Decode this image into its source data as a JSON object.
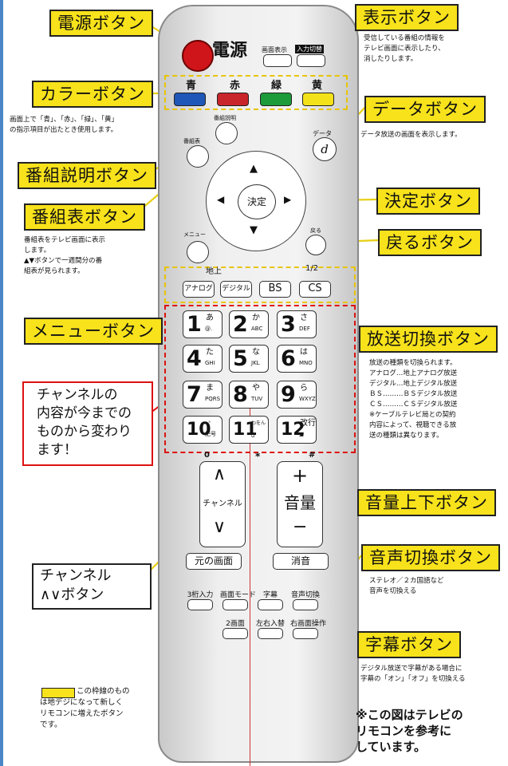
{
  "labels": {
    "power_button": "電源ボタン",
    "display_button": "表示ボタン",
    "color_button": "カラーボタン",
    "data_button": "データボタン",
    "program_desc_button": "番組説明ボタン",
    "program_guide_button": "番組表ボタン",
    "enter_button": "決定ボタン",
    "back_button": "戻るボタン",
    "menu_button": "メニューボタン",
    "broadcast_switch_button": "放送切換ボタン",
    "volume_button": "音量上下ボタン",
    "audio_switch_button": "音声切換ボタン",
    "channel_button": "チャンネル\n∧∨ボタン",
    "subtitle_button": "字幕ボタン"
  },
  "descriptions": {
    "display": "受信している番組の情報を\nテレビ画面に表示したり、\n消したりします。",
    "color": "画面上で「青」、「赤」、「緑」、「黄」\nの指示項目が出たとき使用します。",
    "data": "データ放送の画面を表示します。",
    "program_guide": "番組表をテレビ画面に表示\nします。\n▲▼ボタンで一週間分の番\n組表が見られます。",
    "broadcast": "放送の種類を切換られます。\nアナログ…地上アナログ放送\nデジタル…地上デジタル放送\nＢＳ………ＢＳデジタル放送\nＣＳ………ＣＳデジタル放送\n※ケーブルテレビ局との契約\n内容によって、視聴できる放\n送の種類は異なります。",
    "audio": "ステレオ／２カ国語など\n音声を切換える",
    "subtitle": "デジタル放送で字幕がある場合に\n字幕の「オン」「オフ」を切換える",
    "legend": "この枠線のもの\nは地デジになって新しく\nリモコンに増えたボタン\nです。"
  },
  "callout": "チャンネルの\n内容が今までの\nものから変わり\nます！",
  "note": "※この図はテレビの\nリモコンを参考に\nしています。",
  "remote": {
    "power": "電源",
    "screen_display": "画面表示",
    "input_switch": "入力切替",
    "colors": [
      {
        "label": "青",
        "color": "#1f57b8"
      },
      {
        "label": "赤",
        "color": "#c8262b"
      },
      {
        "label": "緑",
        "color": "#1d9a3a"
      },
      {
        "label": "黄",
        "color": "#f3e21a"
      }
    ],
    "program_desc": "番組説明",
    "program_guide": "番組表",
    "data": "データ",
    "data_symbol": "d",
    "enter": "決定",
    "up": "▲",
    "down": "▼",
    "left": "◀",
    "right": "▶",
    "menu": "メニュー",
    "back": "戻る",
    "terrestrial": "地上",
    "half": "1/2",
    "broadcast": [
      "アナログ",
      "デジタル",
      "BS",
      "CS"
    ],
    "keys": [
      {
        "d": "1",
        "k": "あ",
        "e": "@."
      },
      {
        "d": "2",
        "k": "か",
        "e": "ABC"
      },
      {
        "d": "3",
        "k": "さ",
        "e": "DEF"
      },
      {
        "d": "4",
        "k": "た",
        "e": "GHI"
      },
      {
        "d": "5",
        "k": "な",
        "e": "JKL"
      },
      {
        "d": "6",
        "k": "は",
        "e": "MNO"
      },
      {
        "d": "7",
        "k": "ま",
        "e": "PQRS"
      },
      {
        "d": "8",
        "k": "や",
        "e": "TUV"
      },
      {
        "d": "9",
        "k": "ら",
        "e": "WXYZ"
      },
      {
        "d": "10",
        "k": "-.°",
        "e": "記号"
      },
      {
        "d": "11",
        "k": "わをん",
        "e": "␣"
      },
      {
        "d": "12",
        "k": "改行",
        "e": "◢"
      }
    ],
    "sym_zero": "0",
    "sym_star": "*",
    "sym_hash": "#",
    "ch_up": "∧",
    "channel": "チャンネル",
    "ch_down": "∨",
    "vol_plus": "+",
    "volume": "音量",
    "vol_minus": "−",
    "prev_screen": "元の画面",
    "mute": "消音",
    "bottom_row1": [
      "3桁入力",
      "画面モード",
      "字幕",
      "音声切換"
    ],
    "bottom_row2": [
      "2画面",
      "左右入替",
      "右画面操作"
    ]
  }
}
